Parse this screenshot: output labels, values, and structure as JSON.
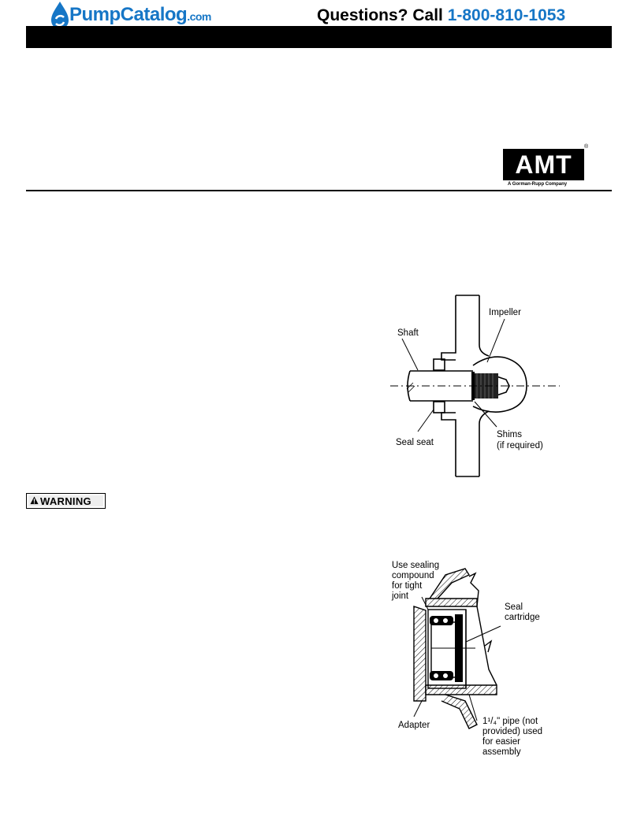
{
  "header": {
    "logo_main": "PumpCatalog",
    "logo_suffix": ".com",
    "questions_label": "Questions? Call",
    "phone": "1-800-810-1053"
  },
  "brand": {
    "name": "AMT",
    "reg": "®",
    "subtitle": "A Gorman-Rupp Company"
  },
  "figure1": {
    "labels": {
      "impeller": "Impeller",
      "shaft": "Shaft",
      "seal_seat": "Seal seat",
      "shims_line1": "Shims",
      "shims_line2": "(if required)"
    }
  },
  "warning": {
    "label": "WARNING"
  },
  "figure2": {
    "labels": {
      "sealing_1": "Use sealing",
      "sealing_2": "compound",
      "sealing_3": "for tight",
      "sealing_4": "joint",
      "cartridge_1": "Seal",
      "cartridge_2": "cartridge",
      "adapter": "Adapter",
      "pipe_1": "1¹/₄\" pipe (not",
      "pipe_2": "provided) used",
      "pipe_3": "for easier",
      "pipe_4": "assembly"
    }
  },
  "colors": {
    "brand_blue": "#1676c6",
    "bar": "#000000"
  }
}
